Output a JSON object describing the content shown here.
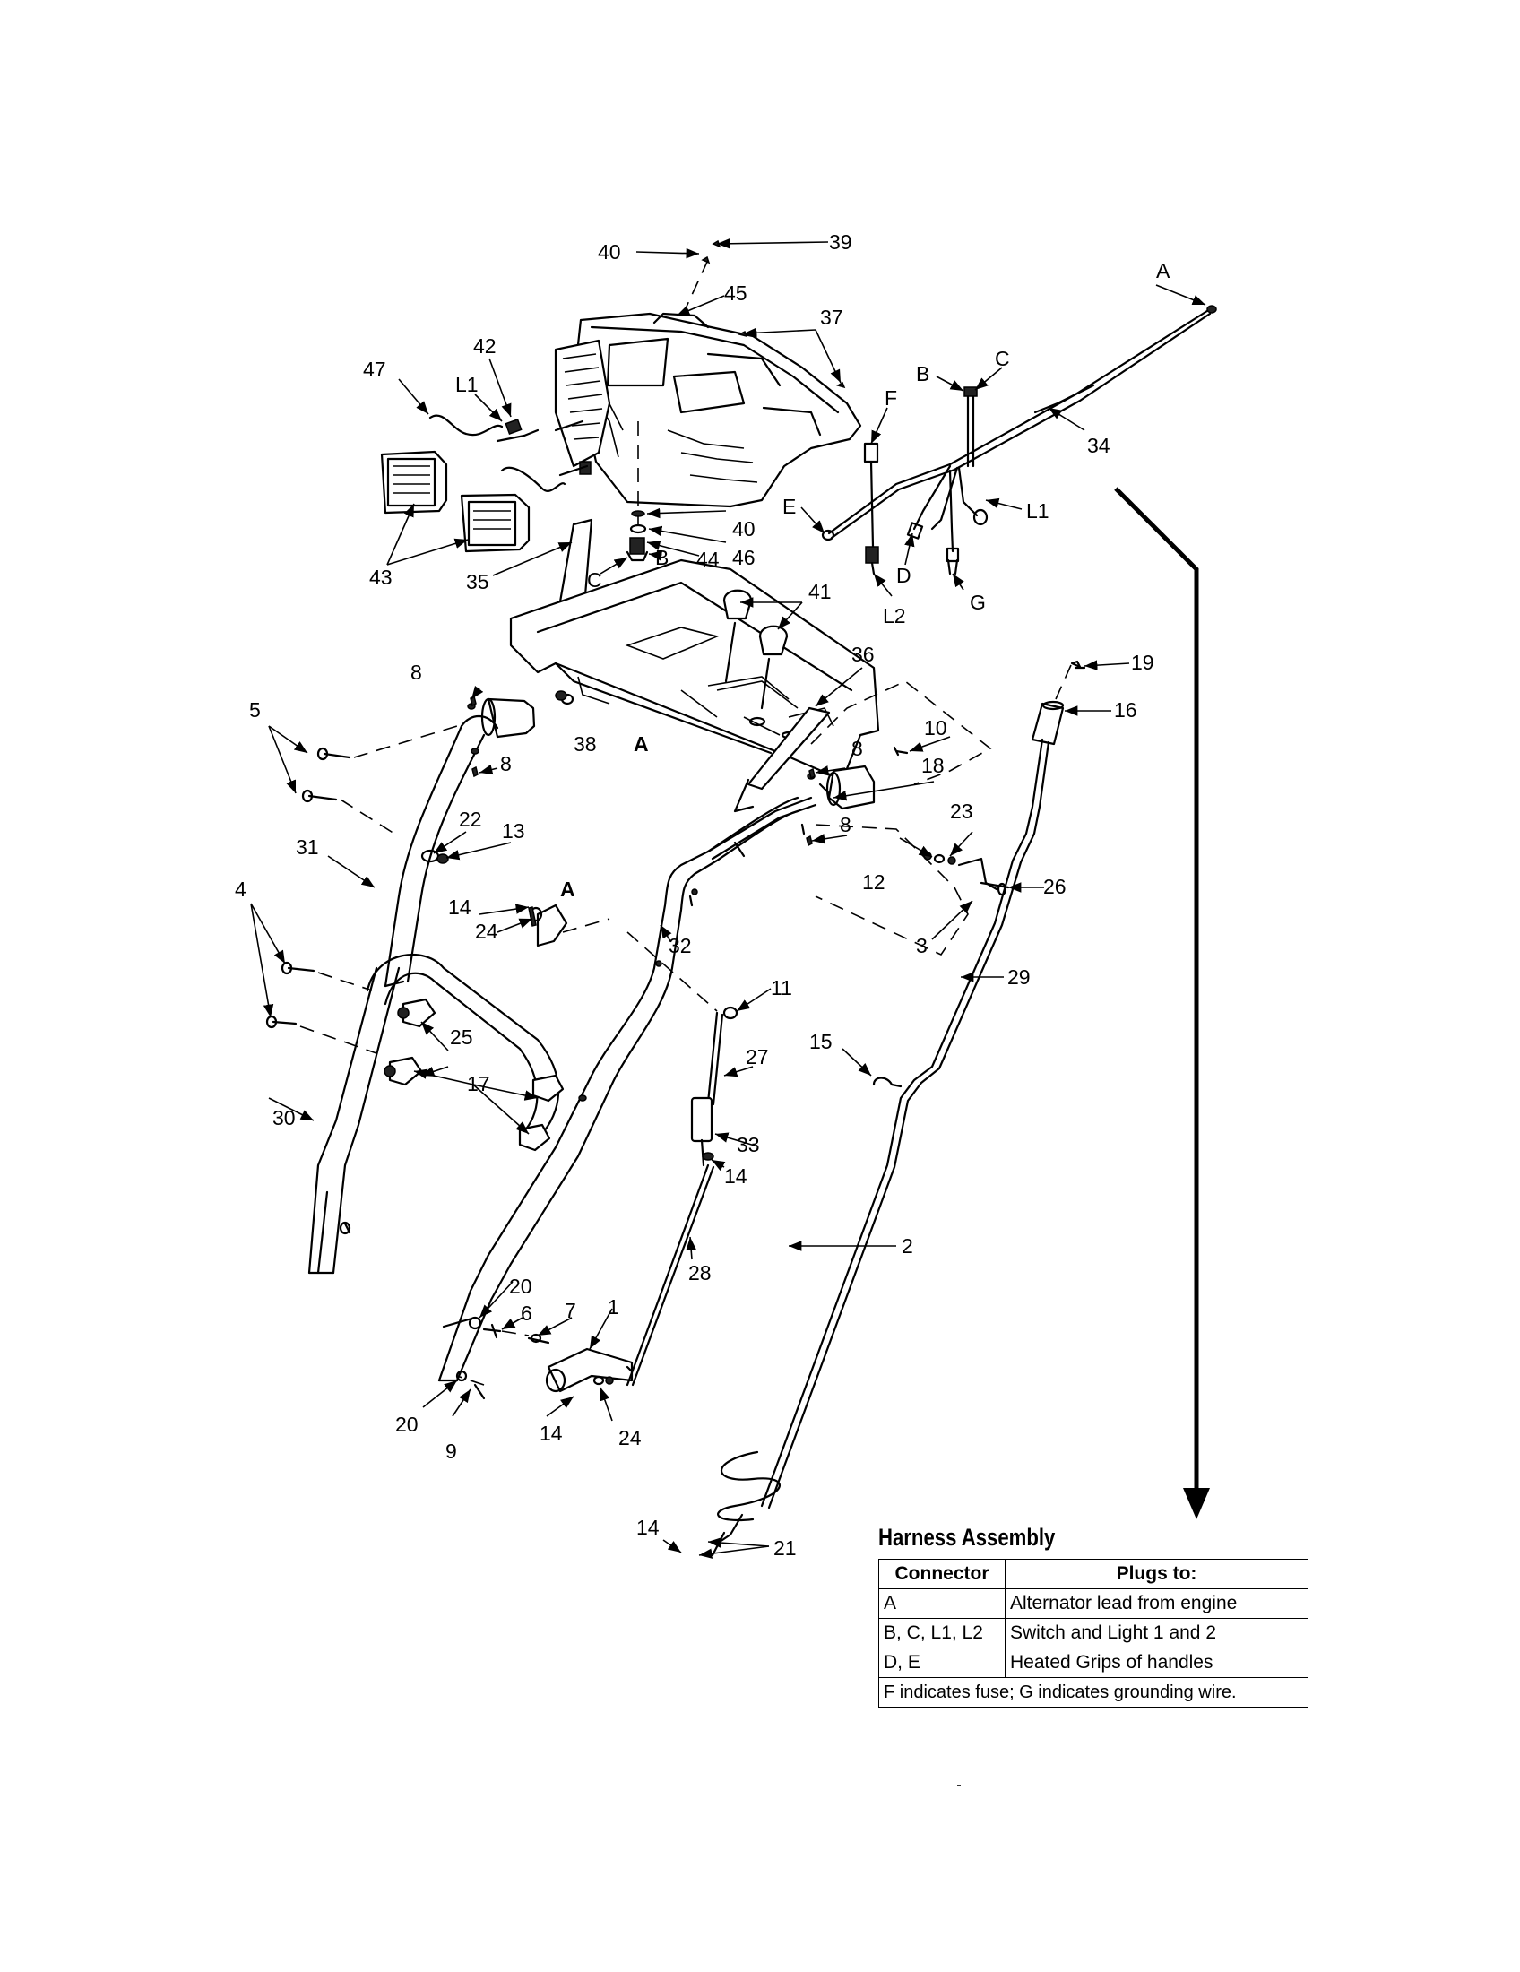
{
  "callouts": {
    "n1": "1",
    "n2": "2",
    "n3": "3",
    "n4": "4",
    "n5": "5",
    "n6": "6",
    "n7": "7",
    "n8": "8",
    "n9": "9",
    "n10": "10",
    "n11": "11",
    "n12": "12",
    "n13": "13",
    "n14": "14",
    "n15": "15",
    "n16": "16",
    "n17": "17",
    "n18": "18",
    "n19": "19",
    "n20": "20",
    "n21": "21",
    "n22": "22",
    "n23": "23",
    "n24": "24",
    "n25": "25",
    "n26": "26",
    "n27": "27",
    "n28": "28",
    "n29": "29",
    "n30": "30",
    "n31": "31",
    "n32": "32",
    "n33": "33",
    "n34": "34",
    "n35": "35",
    "n36": "36",
    "n37": "37",
    "n38": "38",
    "n39": "39",
    "n40": "40",
    "n41": "41",
    "n42": "42",
    "n43": "43",
    "n44": "44",
    "n45": "45",
    "n46": "46",
    "n47": "47",
    "A": "A",
    "B": "B",
    "C": "C",
    "D": "D",
    "E": "E",
    "F": "F",
    "G": "G",
    "L1": "L1",
    "L2": "L2"
  },
  "harness_table": {
    "title": "Harness Assembly",
    "headers": [
      "Connector",
      "Plugs to:"
    ],
    "rows": [
      {
        "connector": "A",
        "plugs_to": "Alternator lead from engine"
      },
      {
        "connector": "B, C, L1, L2",
        "plugs_to": "Switch and Light 1 and 2"
      },
      {
        "connector": "D, E",
        "plugs_to": "Heated Grips of handles"
      }
    ],
    "footnote": "F indicates fuse; G indicates grounding wire."
  }
}
